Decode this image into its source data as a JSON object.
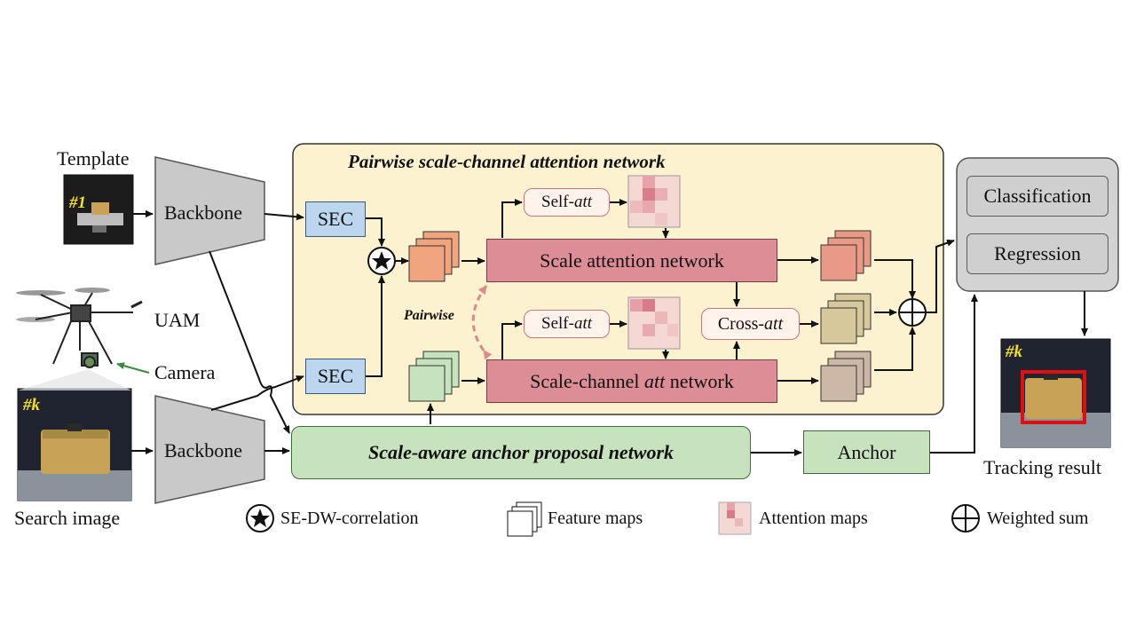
{
  "labels": {
    "template": "Template",
    "template_tag": "#1",
    "search_tag": "#k",
    "result_tag": "#k",
    "search_image": "Search image",
    "uam": "UAM",
    "camera": "Camera",
    "backbone_top": "Backbone",
    "backbone_bottom": "Backbone",
    "tracking_result": "Tracking result"
  },
  "pscan": {
    "title": "Pairwise scale-channel attention network",
    "sec_top": "SEC",
    "sec_bottom": "SEC",
    "self_att_top": "Self-",
    "self_att_top_it": "att",
    "self_att_bottom": "Self-",
    "self_att_bottom_it": "att",
    "scale_att": "Scale attention network",
    "scale_channel_pre": "Scale-channel ",
    "scale_channel_it": "att",
    "scale_channel_post": " network",
    "cross_att_pre": "Cross-",
    "cross_att_it": "att",
    "pairwise": "Pairwise"
  },
  "sapn": {
    "title": "Scale-aware anchor proposal network",
    "anchor": "Anchor"
  },
  "head": {
    "classification": "Classification",
    "regression": "Regression"
  },
  "legend": {
    "se_dw": "SE-DW-correlation",
    "feature_maps": "Feature maps",
    "attention_maps": "Attention maps",
    "weighted_sum": "Weighted sum"
  },
  "colors": {
    "panel": "#fdf2d0",
    "rose": "#dc8d96",
    "sec": "#bcd6ef",
    "green": "#c6e3bd",
    "gray": "#cfcfcf",
    "feat_orange": "#f0a57f",
    "feat_salmon": "#e89a86",
    "feat_olive": "#d6c89a",
    "feat_taupe": "#cdb8a8",
    "feat_green": "#c6e3bd",
    "bbox": "#e01010"
  }
}
